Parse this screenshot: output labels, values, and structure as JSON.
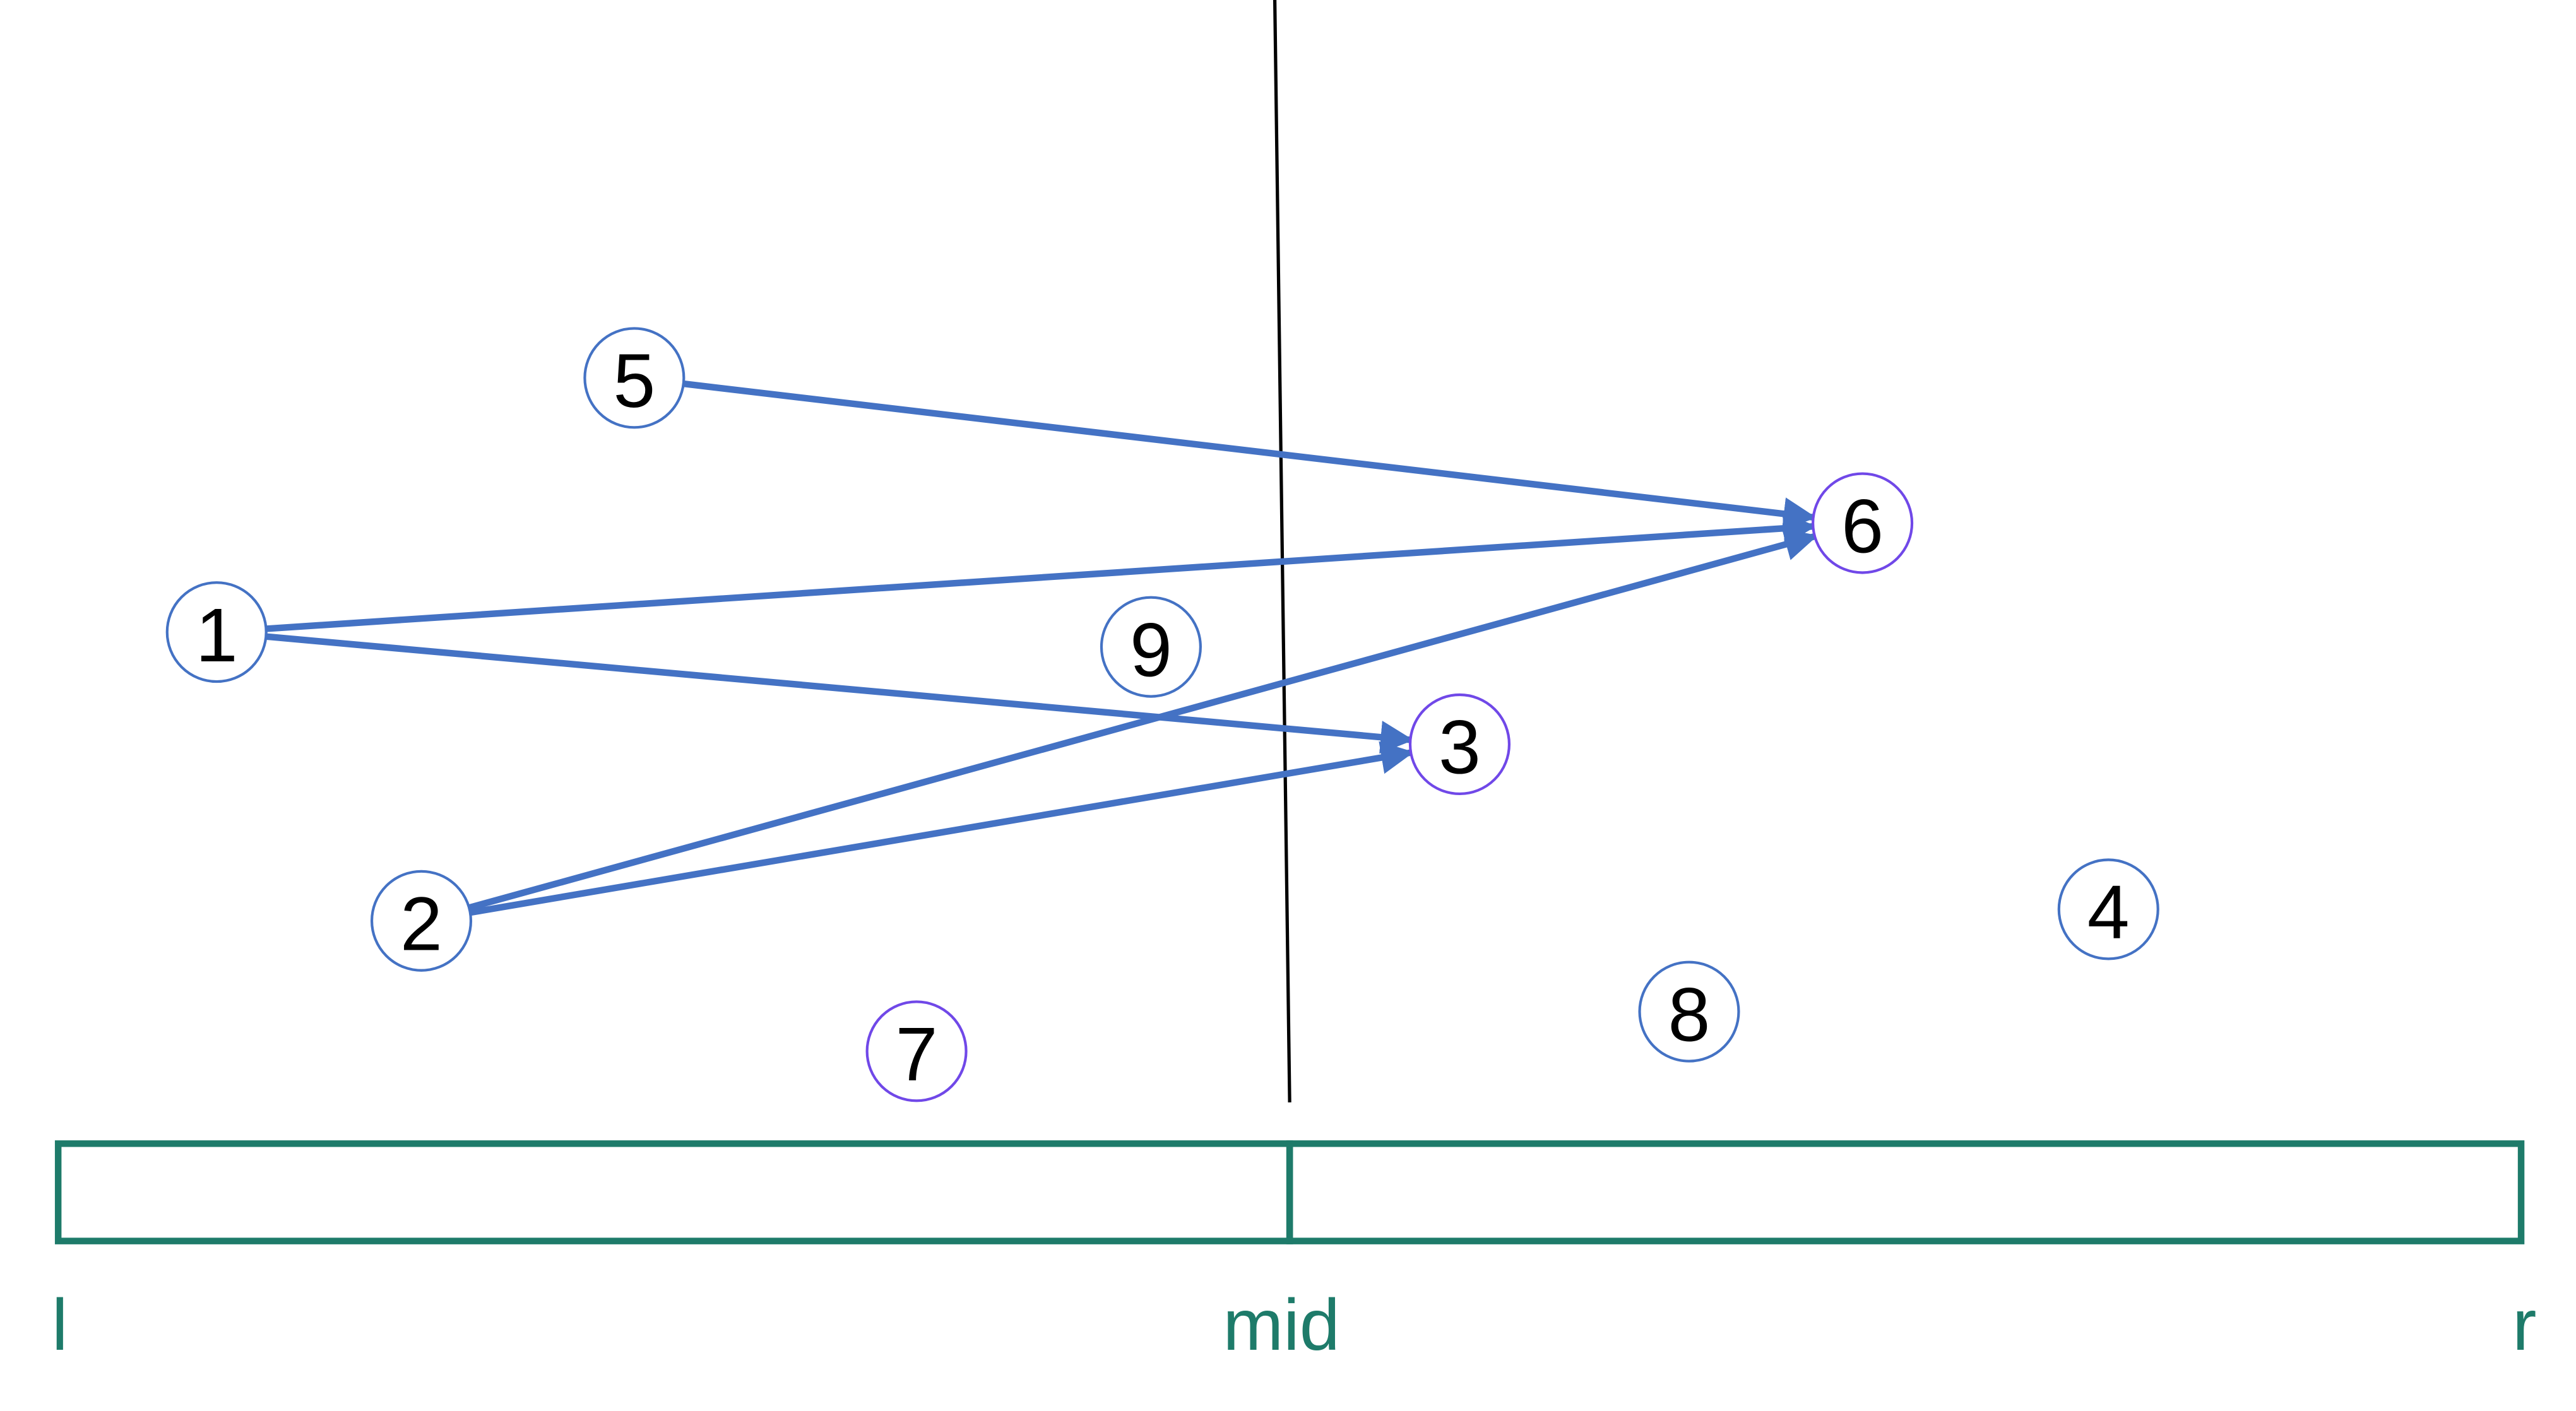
{
  "colors": {
    "edge": "#4472c4",
    "node_blue": "#4472c4",
    "node_purple": "#7048e8",
    "segment": "#1e7b6a",
    "split_line": "#000000"
  },
  "nodes": [
    {
      "id": "1",
      "label": "1",
      "style": "blue"
    },
    {
      "id": "2",
      "label": "2",
      "style": "blue"
    },
    {
      "id": "3",
      "label": "3",
      "style": "purple"
    },
    {
      "id": "4",
      "label": "4",
      "style": "blue"
    },
    {
      "id": "5",
      "label": "5",
      "style": "blue"
    },
    {
      "id": "6",
      "label": "6",
      "style": "purple"
    },
    {
      "id": "7",
      "label": "7",
      "style": "purple"
    },
    {
      "id": "8",
      "label": "8",
      "style": "blue"
    },
    {
      "id": "9",
      "label": "9",
      "style": "blue"
    }
  ],
  "edges": [
    {
      "from": "5",
      "to": "6"
    },
    {
      "from": "1",
      "to": "6"
    },
    {
      "from": "1",
      "to": "3"
    },
    {
      "from": "2",
      "to": "6"
    },
    {
      "from": "2",
      "to": "3"
    }
  ],
  "axis": {
    "left": "l",
    "mid": "mid",
    "right": "r"
  }
}
